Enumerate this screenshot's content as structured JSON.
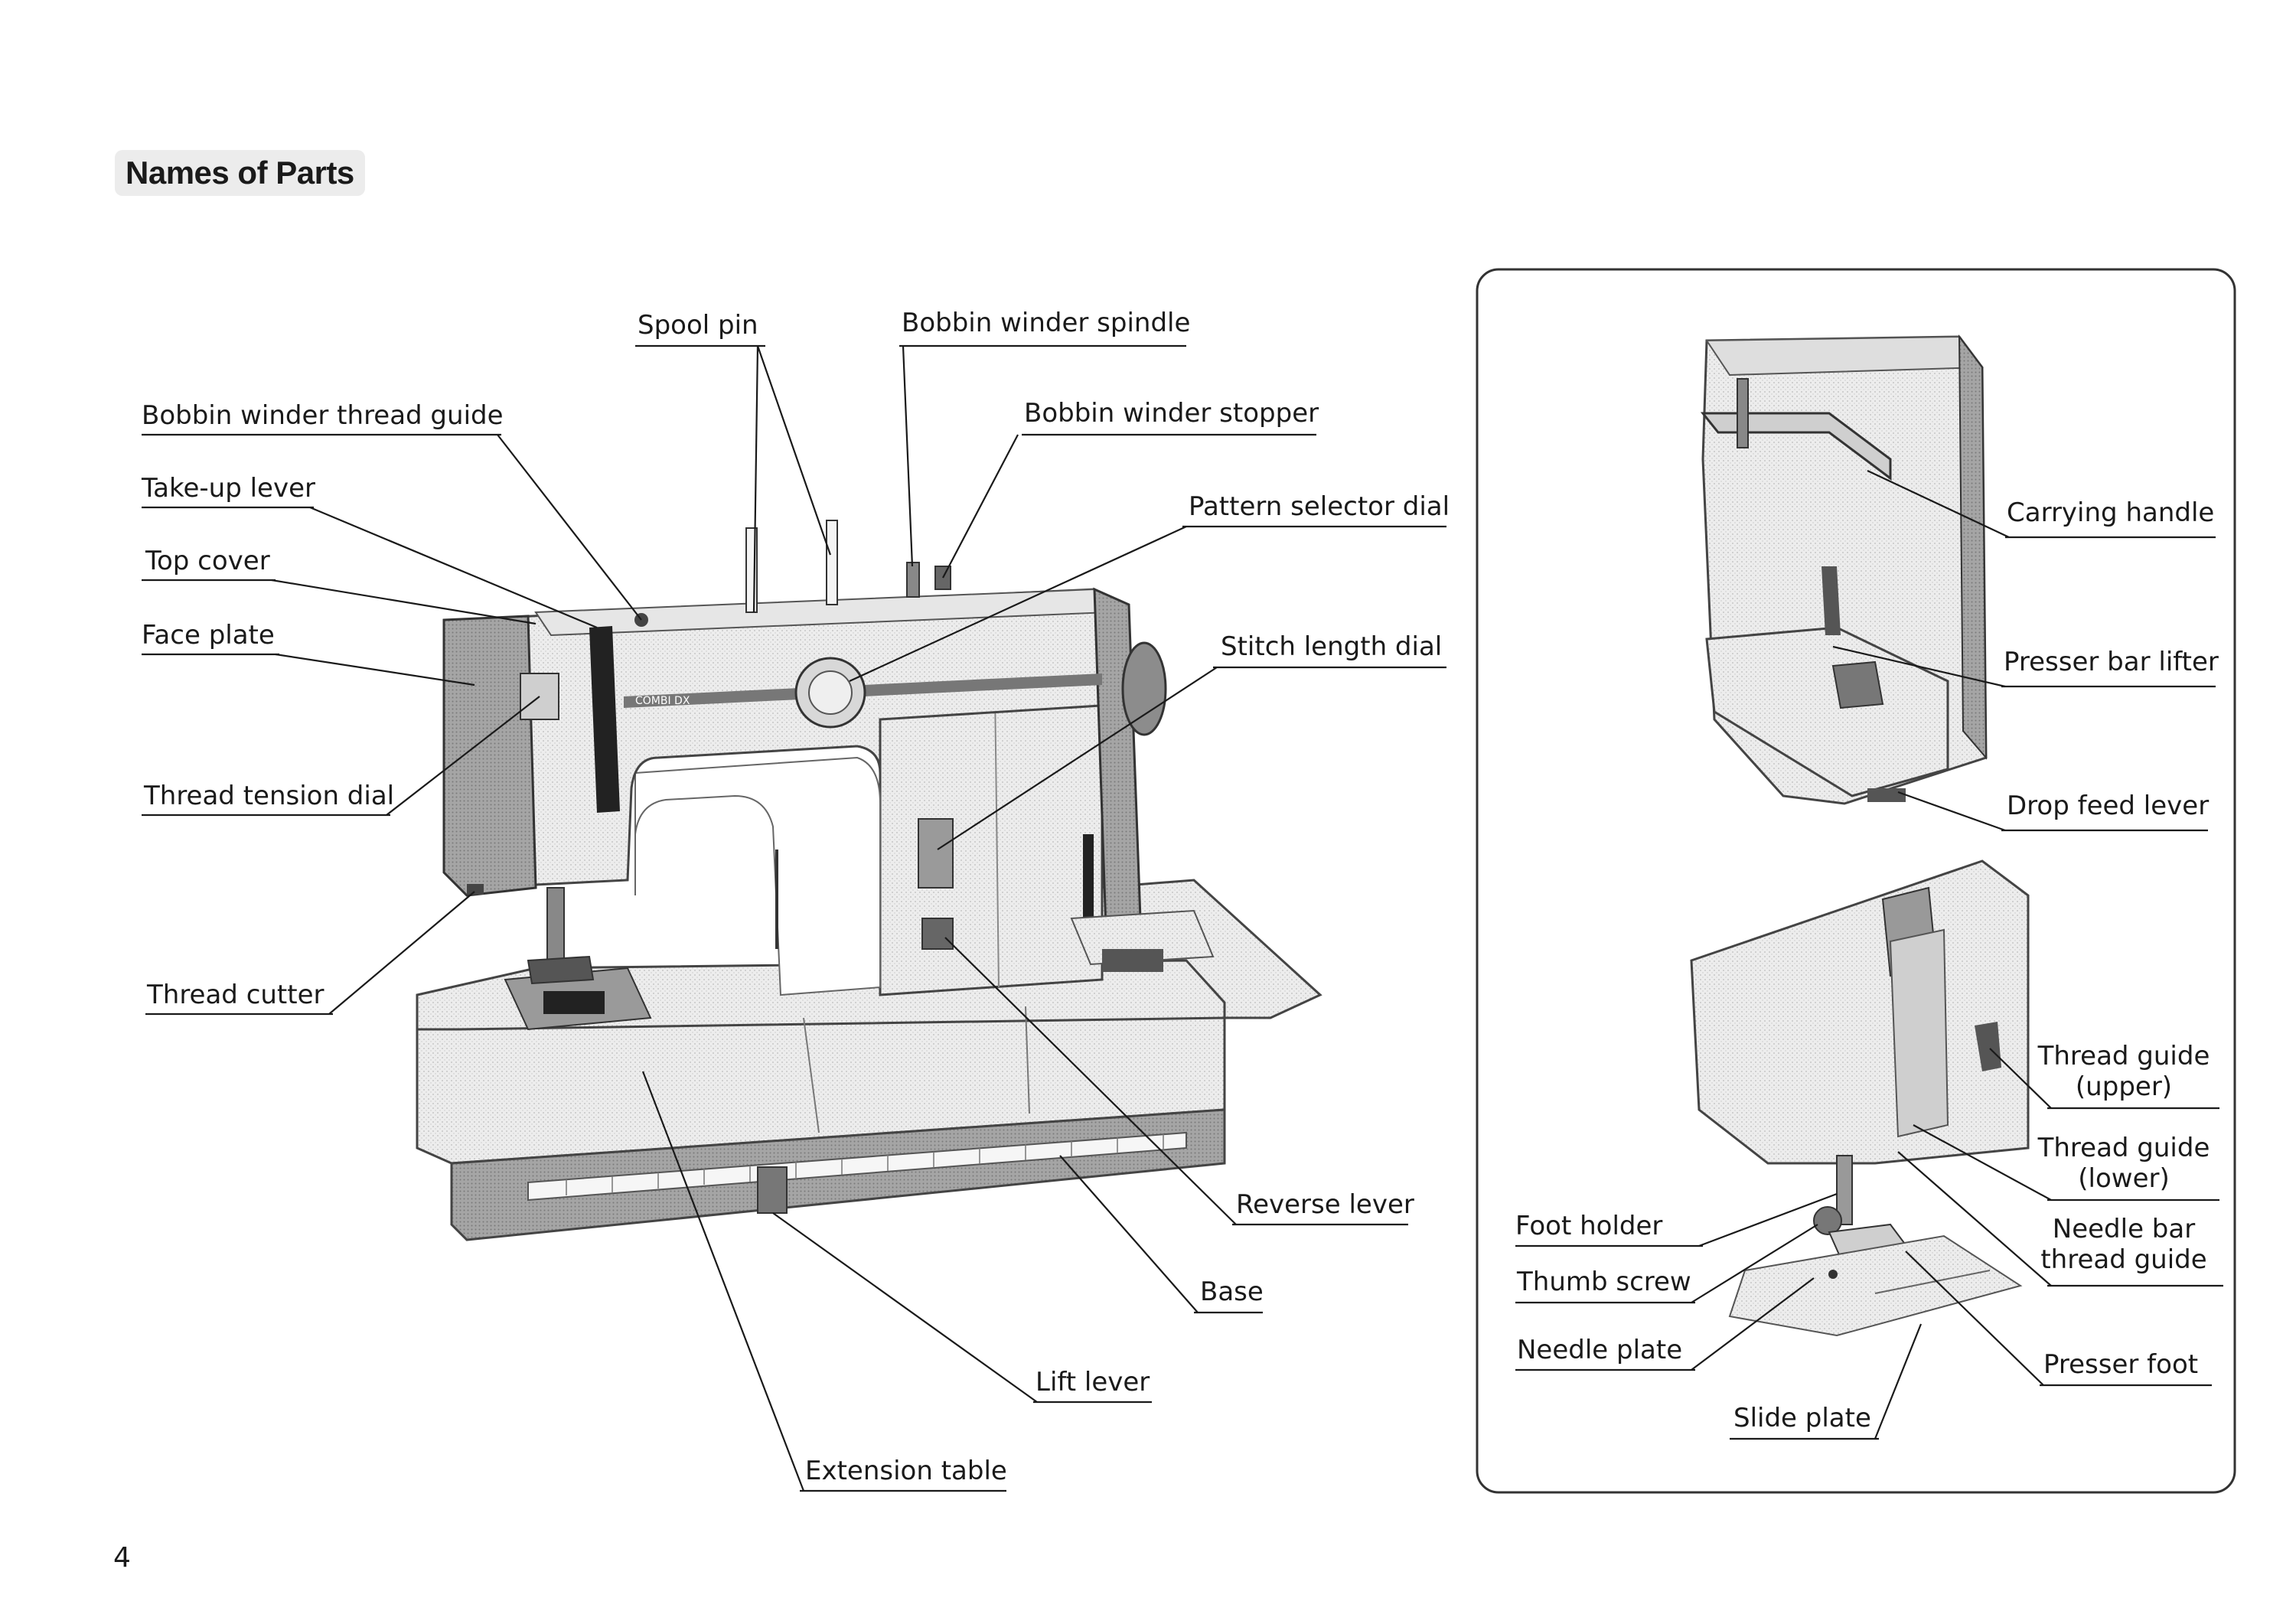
{
  "title": "Names of Parts",
  "page_number": "4",
  "labels": {
    "spool_pin": "Spool pin",
    "bobbin_winder_spindle": "Bobbin winder spindle",
    "bobbin_winder_thread_guide": "Bobbin winder thread guide",
    "bobbin_winder_stopper": "Bobbin winder stopper",
    "take_up_lever": "Take-up lever",
    "pattern_selector_dial": "Pattern selector dial",
    "top_cover": "Top cover",
    "face_plate": "Face plate",
    "stitch_length_dial": "Stitch length dial",
    "thread_tension_dial": "Thread tension dial",
    "thread_cutter": "Thread cutter",
    "reverse_lever": "Reverse lever",
    "base": "Base",
    "lift_lever": "Lift lever",
    "extension_table": "Extension table",
    "carrying_handle": "Carrying handle",
    "presser_bar_lifter": "Presser bar lifter",
    "drop_feed_lever": "Drop feed lever",
    "thread_guide_upper_1": "Thread guide",
    "thread_guide_upper_2": "(upper)",
    "thread_guide_lower_1": "Thread guide",
    "thread_guide_lower_2": "(lower)",
    "needle_bar_thread_guide_1": "Needle bar",
    "needle_bar_thread_guide_2": "thread guide",
    "foot_holder": "Foot holder",
    "thumb_screw": "Thumb screw",
    "needle_plate": "Needle plate",
    "presser_foot": "Presser foot",
    "slide_plate": "Slide plate"
  },
  "machine_brand": "COMBI DX",
  "colors": {
    "line": "#1a1a1a",
    "body_light": "#e9e9e9",
    "body_mid": "#bdbdbd",
    "body_dark": "#8e8e8e"
  }
}
